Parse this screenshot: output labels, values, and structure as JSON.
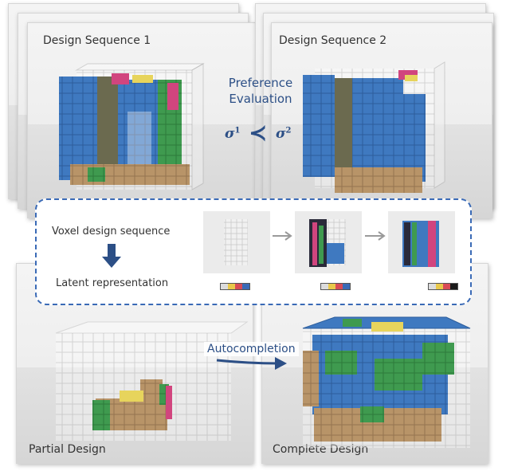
{
  "panels": {
    "sequence_1": "Design Sequence 1",
    "sequence_2": "Design Sequence 2",
    "partial": "Partial Design",
    "complete": "Complete Design"
  },
  "preference": {
    "line1": "Preference",
    "line2": "Evaluation",
    "sigma_left": "σ",
    "sigma_left_sup": "1",
    "relation": "≺",
    "sigma_right": "σ",
    "sigma_right_sup": "2"
  },
  "sequence_box": {
    "voxel_label": "Voxel design sequence",
    "latent_label": "Latent representation"
  },
  "autocompletion": "Autocompletion",
  "colors": {
    "accent": "#2c4f86",
    "dashed_border": "#3a6ab6",
    "voxel_blue": "#3f79c0",
    "voxel_green": "#3f9a4f",
    "voxel_tan": "#b89468",
    "voxel_pink": "#d1457e",
    "voxel_yellow": "#e7d45c",
    "voxel_dark": "#2a2a3a"
  },
  "latent_bars": [
    [
      "#dcdcdc",
      "#e9c84a",
      "#d94b55",
      "#3a6ab6"
    ],
    [
      "#dcdcdc",
      "#e9c84a",
      "#d94b55",
      "#3a6ab6"
    ],
    [
      "#dcdcdc",
      "#e9c84a",
      "#d94b55",
      "#1a1a1a"
    ]
  ]
}
